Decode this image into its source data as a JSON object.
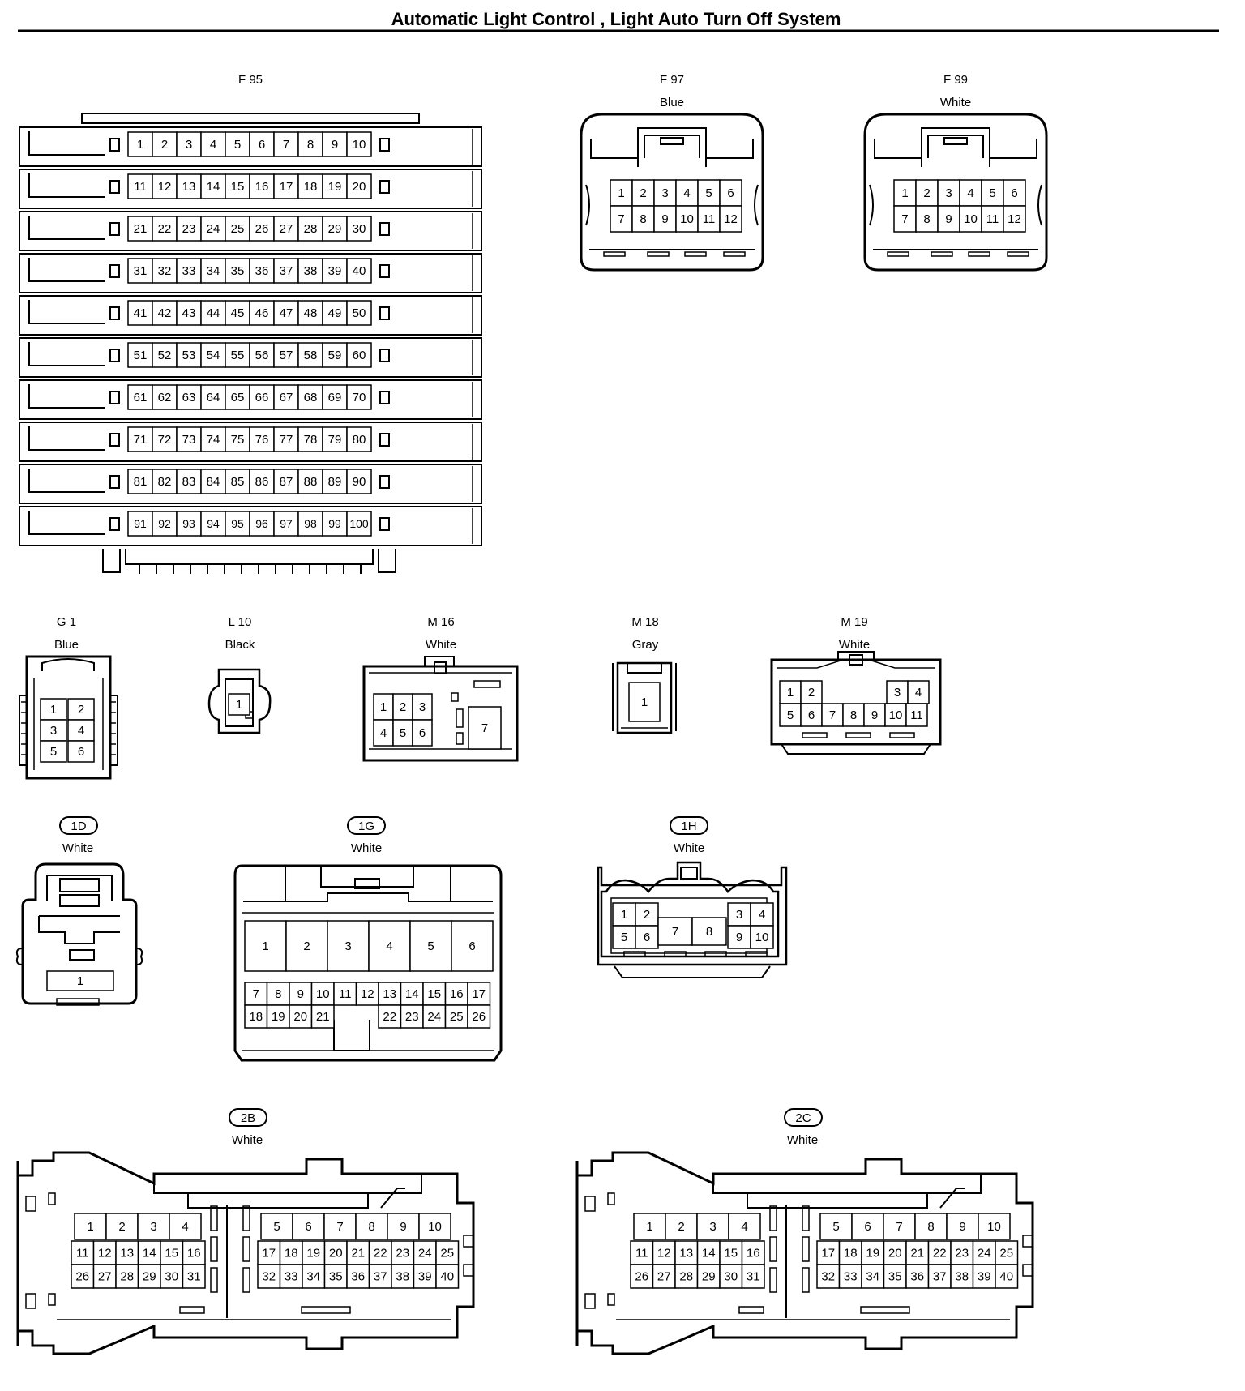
{
  "title": "Automatic Light Control , Light Auto Turn Off System",
  "connectors": {
    "F95": {
      "code": "F 95",
      "color": ""
    },
    "F97": {
      "code": "F 97",
      "color": "Blue"
    },
    "F99": {
      "code": "F 99",
      "color": "White"
    },
    "G1": {
      "code": "G 1",
      "color": "Blue"
    },
    "L10": {
      "code": "L 10",
      "color": "Black"
    },
    "M16": {
      "code": "M 16",
      "color": "White"
    },
    "M18": {
      "code": "M 18",
      "color": "Gray"
    },
    "M19": {
      "code": "M 19",
      "color": "White"
    },
    "1D": {
      "code": "1D",
      "color": "White"
    },
    "1G": {
      "code": "1G",
      "color": "White"
    },
    "1H": {
      "code": "1H",
      "color": "White"
    },
    "2B": {
      "code": "2B",
      "color": "White"
    },
    "2C": {
      "code": "2C",
      "color": "White"
    }
  },
  "pins": {
    "F95": [
      "1",
      "2",
      "3",
      "4",
      "5",
      "6",
      "7",
      "8",
      "9",
      "10",
      "11",
      "12",
      "13",
      "14",
      "15",
      "16",
      "17",
      "18",
      "19",
      "20",
      "21",
      "22",
      "23",
      "24",
      "25",
      "26",
      "27",
      "28",
      "29",
      "30",
      "31",
      "32",
      "33",
      "34",
      "35",
      "36",
      "37",
      "38",
      "39",
      "40",
      "41",
      "42",
      "43",
      "44",
      "45",
      "46",
      "47",
      "48",
      "49",
      "50",
      "51",
      "52",
      "53",
      "54",
      "55",
      "56",
      "57",
      "58",
      "59",
      "60",
      "61",
      "62",
      "63",
      "64",
      "65",
      "66",
      "67",
      "68",
      "69",
      "70",
      "71",
      "72",
      "73",
      "74",
      "75",
      "76",
      "77",
      "78",
      "79",
      "80",
      "81",
      "82",
      "83",
      "84",
      "85",
      "86",
      "87",
      "88",
      "89",
      "90",
      "91",
      "92",
      "93",
      "94",
      "95",
      "96",
      "97",
      "98",
      "99",
      "100"
    ],
    "F97": [
      "1",
      "2",
      "3",
      "4",
      "5",
      "6",
      "7",
      "8",
      "9",
      "10",
      "11",
      "12"
    ],
    "F99": [
      "1",
      "2",
      "3",
      "4",
      "5",
      "6",
      "7",
      "8",
      "9",
      "10",
      "11",
      "12"
    ],
    "G1": [
      "1",
      "2",
      "3",
      "4",
      "5",
      "6"
    ],
    "L10": [
      "1"
    ],
    "M16": [
      "1",
      "2",
      "3",
      "4",
      "5",
      "6",
      "7"
    ],
    "M18": [
      "1"
    ],
    "M19": [
      "1",
      "2",
      "3",
      "4",
      "5",
      "6",
      "7",
      "8",
      "9",
      "10",
      "11"
    ],
    "1D": [
      "1"
    ],
    "1G": [
      "1",
      "2",
      "3",
      "4",
      "5",
      "6",
      "7",
      "8",
      "9",
      "10",
      "11",
      "12",
      "13",
      "14",
      "15",
      "16",
      "17",
      "18",
      "19",
      "20",
      "21",
      "22",
      "23",
      "24",
      "25",
      "26"
    ],
    "1H": [
      "1",
      "2",
      "3",
      "4",
      "5",
      "6",
      "7",
      "8",
      "9",
      "10"
    ],
    "2B": [
      "1",
      "2",
      "3",
      "4",
      "5",
      "6",
      "7",
      "8",
      "9",
      "10",
      "11",
      "12",
      "13",
      "14",
      "15",
      "16",
      "17",
      "18",
      "19",
      "20",
      "21",
      "22",
      "23",
      "24",
      "25",
      "26",
      "27",
      "28",
      "29",
      "30",
      "31",
      "32",
      "33",
      "34",
      "35",
      "36",
      "37",
      "38",
      "39",
      "40"
    ],
    "2C": [
      "1",
      "2",
      "3",
      "4",
      "5",
      "6",
      "7",
      "8",
      "9",
      "10",
      "11",
      "12",
      "13",
      "14",
      "15",
      "16",
      "17",
      "18",
      "19",
      "20",
      "21",
      "22",
      "23",
      "24",
      "25",
      "26",
      "27",
      "28",
      "29",
      "30",
      "31",
      "32",
      "33",
      "34",
      "35",
      "36",
      "37",
      "38",
      "39",
      "40"
    ]
  }
}
